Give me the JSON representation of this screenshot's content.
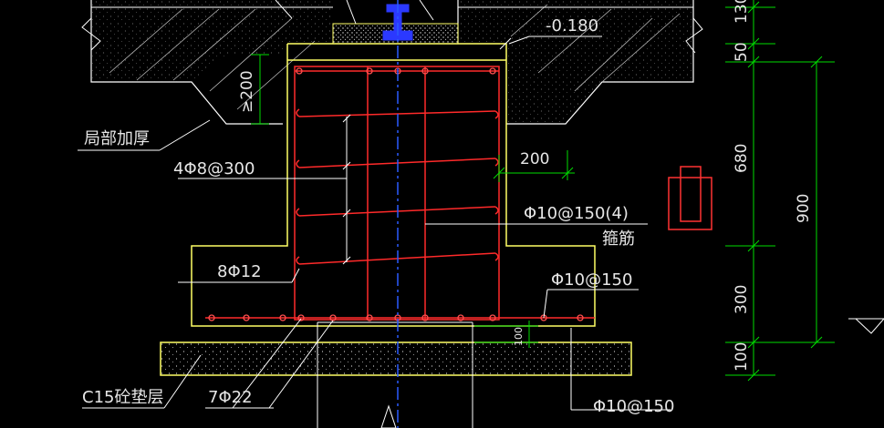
{
  "labels": {
    "thicken": "局部加厚",
    "stirrup_spacing": "4Φ8@300",
    "longitudinal": "8Φ12",
    "cushion": "C15砼垫层",
    "bottom_bars": "7Φ22",
    "stirrup_main": "Φ10@150(4)",
    "stirrup_word": "箍筋",
    "mesh_top": "Φ10@150",
    "mesh_bottom": "Φ10@150",
    "elevation": "-0.180"
  },
  "dims": {
    "top_dim": "130",
    "d50": "50",
    "d680": "680",
    "d900": "900",
    "d300": "300",
    "d100": "100",
    "w200": "200",
    "slope_200": "≥200",
    "pad_100": "100"
  },
  "colors": {
    "background": "#000000",
    "concrete_outline": "#ffff66",
    "rebar": "#ff2a2a",
    "rebar_guide": "#ff6b6b",
    "axis": "#2a5bff",
    "dimension": "#00dd00",
    "text": "#e6e6e6",
    "hatch": "#cfcfcf",
    "steel_rail": "#3b4cff",
    "marker": "#ff3333"
  }
}
